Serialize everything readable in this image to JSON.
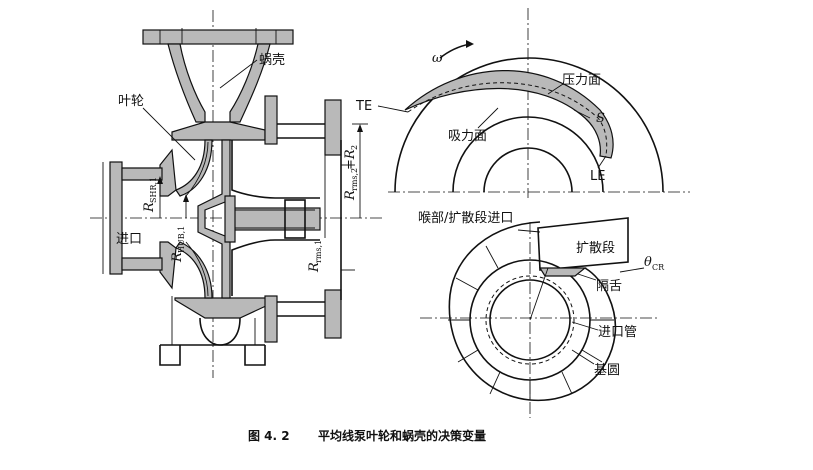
{
  "labels": {
    "volute": "蜗壳",
    "impeller": "叶轮",
    "inlet": "进口",
    "omega": "ω",
    "te": "TE",
    "pressure_side": "压力面",
    "suction_side": "吸力面",
    "s": "S",
    "le": "LE",
    "throat_diffuser_inlet": "喉部/扩散段进口",
    "diffuser": "扩散段",
    "theta": "θ",
    "theta_sub": "CR",
    "tongue": "隔舌",
    "inlet_pipe": "进口管",
    "base_circle": "基圆",
    "r_shr": "R",
    "r_shr_sub": "SHR,1",
    "r_hub": "R",
    "r_hub_sub": "HUB,1",
    "r_rms1": "R",
    "r_rms1_sub": "rms,1",
    "r_rms2": "R",
    "r_rms2_sub": "rms,2",
    "r_rms2_eq": "=R",
    "r_rms2_eq_sub": "2"
  },
  "caption": {
    "number": "图 4. 2",
    "text": "平均线泵叶轮和蜗壳的决策变量"
  }
}
